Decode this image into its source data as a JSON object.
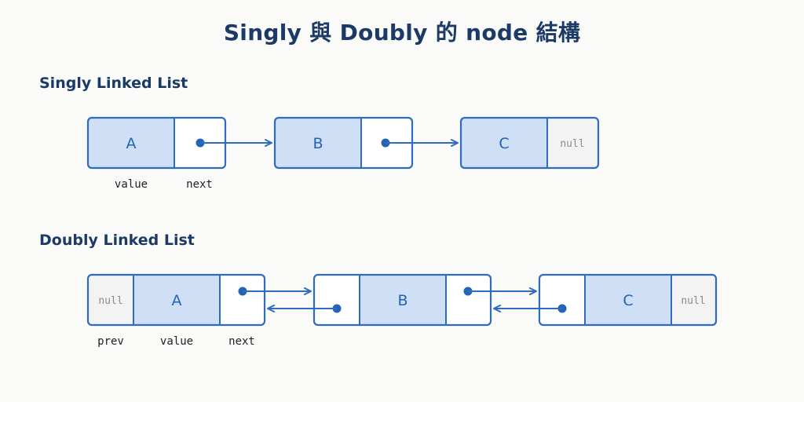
{
  "title": "Singly 與 Doubly 的 node 結構",
  "singly": {
    "heading": "Singly Linked List",
    "nodes": [
      {
        "value": "A",
        "next": "pointer"
      },
      {
        "value": "B",
        "next": "pointer"
      },
      {
        "value": "C",
        "next": "null"
      }
    ],
    "field_labels": {
      "value": "value",
      "next": "next"
    }
  },
  "doubly": {
    "heading": "Doubly Linked List",
    "nodes": [
      {
        "prev": "null",
        "value": "A",
        "next": "pointer"
      },
      {
        "prev": "pointer",
        "value": "B",
        "next": "pointer"
      },
      {
        "prev": "pointer",
        "value": "C",
        "next": "null"
      }
    ],
    "field_labels": {
      "prev": "prev",
      "value": "value",
      "next": "next"
    }
  },
  "null_text": "null",
  "colors": {
    "stroke": "#2f6cc0",
    "value_fill": "#cfdff5",
    "pointer_fill": "#ffffff",
    "null_fill": "#f3f3f3",
    "pointer_dot": "#2563b5",
    "title_text": "#1c3a66"
  }
}
